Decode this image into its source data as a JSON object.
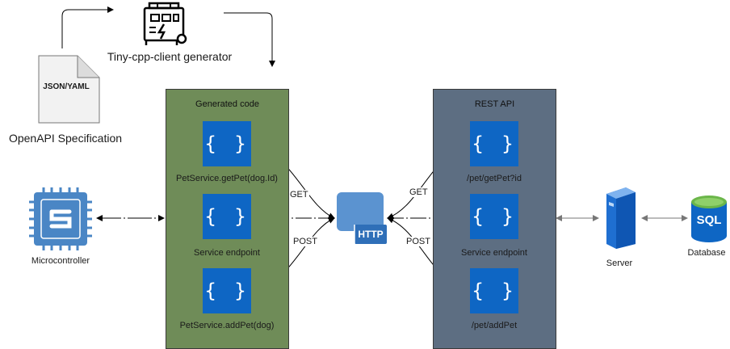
{
  "generator": {
    "label": "Tiny-cpp-client generator"
  },
  "spec": {
    "doc_label": "JSON/YAML",
    "caption": "OpenAPI Specification"
  },
  "generated_code": {
    "title": "Generated code",
    "items": [
      {
        "label": "PetService.getPet(dog.Id)"
      },
      {
        "label": "Service endpoint"
      },
      {
        "label": "PetService.addPet(dog)"
      }
    ]
  },
  "rest_api": {
    "title": "REST API",
    "items": [
      {
        "label": "/pet/getPet?id"
      },
      {
        "label": "Service endpoint"
      },
      {
        "label": "/pet/addPet"
      }
    ]
  },
  "http": {
    "badge": "HTTP"
  },
  "edges": {
    "get_left": "GET",
    "post_left": "POST",
    "get_right": "GET",
    "post_right": "POST"
  },
  "devices": {
    "microcontroller": "Microcontroller",
    "server": "Server",
    "database": "Database",
    "sql_text": "SQL"
  },
  "brace_glyph": "{ }",
  "colors": {
    "generated_bg": "#6f8c58",
    "rest_bg": "#5d6e82",
    "brace_blue": "#0e66c4",
    "chip_blue": "#4a86c5",
    "http_blue": "#5b93d0"
  }
}
